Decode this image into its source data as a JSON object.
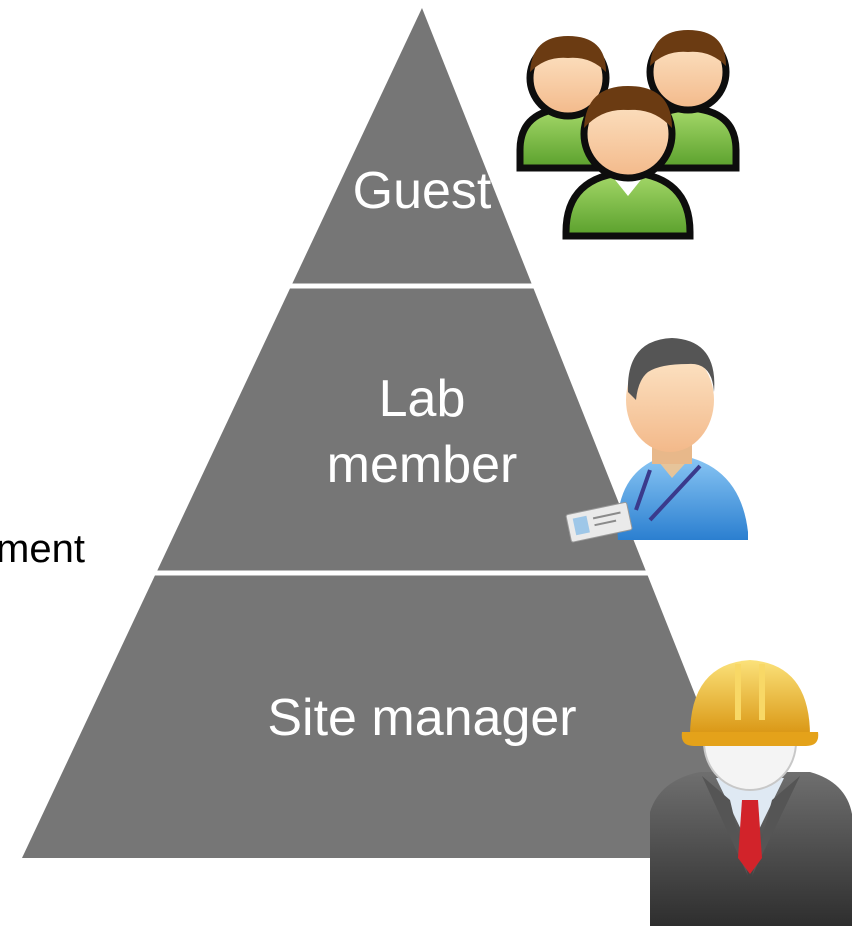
{
  "diagram": {
    "tiers": [
      {
        "label": "Guest"
      },
      {
        "label_line1": "Lab",
        "label_line2": "member"
      },
      {
        "label": "Site manager"
      }
    ],
    "side_text": "ment"
  },
  "colors": {
    "pyramid_fill": "#767676",
    "divider": "#ffffff",
    "tier_text": "#ffffff",
    "guest_shirt": "#7cc242",
    "lab_shirt": "#3f9be0",
    "manager_helmet": "#f2b31d",
    "manager_tie": "#d2232a"
  },
  "icons": [
    "guest-group-icon",
    "lab-member-icon",
    "site-manager-icon"
  ]
}
